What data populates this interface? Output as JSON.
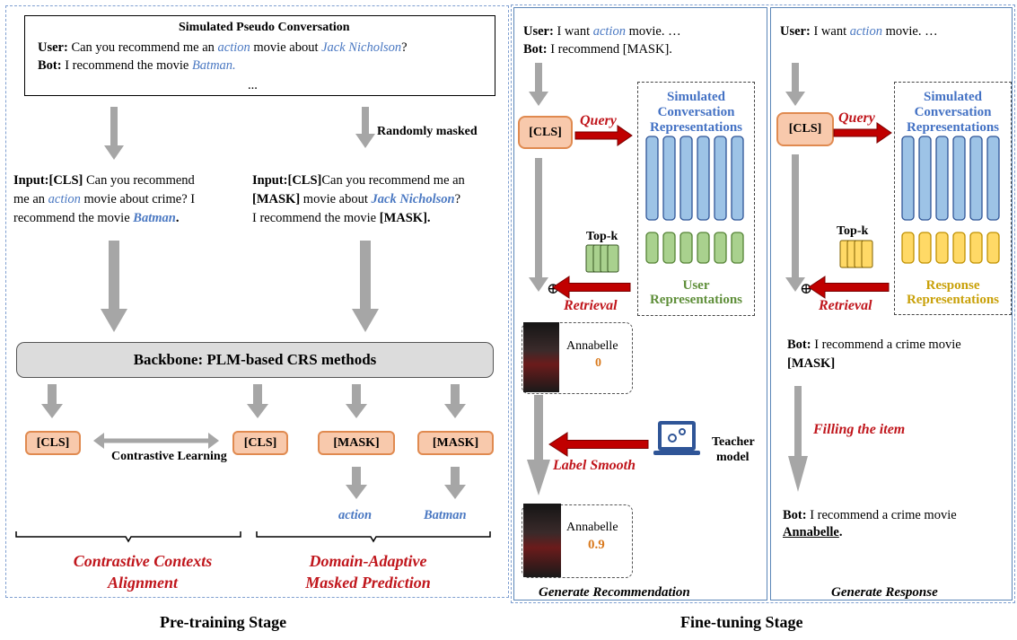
{
  "pretraining": {
    "stage_title": "Pre-training Stage",
    "sim_conv": {
      "title": "Simulated Pseudo Conversation",
      "user_label": "User:",
      "user_text_1": "Can you recommend me an",
      "user_entity_1": "action",
      "user_text_2": "movie about",
      "user_entity_2": "Jack Nicholson",
      "user_text_3": "?",
      "bot_label": "Bot:",
      "bot_text": "I recommend the movie",
      "bot_entity": "Batman.",
      "ellipsis": "..."
    },
    "randomly_masked": "Randomly masked",
    "input_left": {
      "label": "Input:[CLS]",
      "line1_rest": "Can you recommend",
      "line2_a": "me an",
      "line2_entity": "action",
      "line2_b": "movie about crime? I",
      "line3_a": "recommend the  movie",
      "line3_entity": "Batman",
      "line3_end": "."
    },
    "input_right": {
      "label": "Input:[CLS]",
      "line1_rest": "Can you recommend me an",
      "line2_mask": "[MASK]",
      "line2_a": "movie about",
      "line2_entity": "Jack Nicholson",
      "line2_end": "?",
      "line3_a": "I recommend the movie",
      "line3_mask": "[MASK]."
    },
    "backbone": "Backbone:  PLM-based CRS methods",
    "tokens": [
      "[CLS]",
      "[CLS]",
      "[MASK]",
      "[MASK]"
    ],
    "contrastive_learning": "Contrastive Learning",
    "predictions": [
      "action",
      "Batman"
    ],
    "objective_left": [
      "Contrastive Contexts",
      "Alignment"
    ],
    "objective_right": [
      "Domain-Adaptive",
      "Masked Prediction"
    ]
  },
  "finetuning": {
    "stage_title": "Fine-tuning Stage",
    "rec": {
      "user_label": "User:",
      "user_text_a": "I want",
      "user_entity": "action",
      "user_text_b": "movie. …",
      "bot_label": "Bot:",
      "bot_text": "I recommend [MASK].",
      "cls": "[CLS]",
      "query": "Query",
      "sim_repr": [
        "Simulated",
        "Conversation",
        "Representations"
      ],
      "topk": "Top-k",
      "user_repr": [
        "User",
        "Representations"
      ],
      "retrieval": "Retrieval",
      "oplus": "⊕",
      "movie_name_1": "Annabelle",
      "score_1": "0",
      "label_smooth": "Label Smooth",
      "teacher": [
        "Teacher",
        "model"
      ],
      "movie_name_2": "Annabelle",
      "score_2": "0.9",
      "caption": "Generate Recommendation"
    },
    "resp": {
      "user_label": "User:",
      "user_text_a": "I want",
      "user_entity": "action",
      "user_text_b": "movie. …",
      "cls": "[CLS]",
      "query": "Query",
      "sim_repr": [
        "Simulated",
        "Conversation",
        "Representations"
      ],
      "topk": "Top-k",
      "response_repr": [
        "Response",
        "Representations"
      ],
      "retrieval": "Retrieval",
      "oplus": "⊕",
      "bot_label_1": "Bot:",
      "bot_text_1": "I recommend a crime movie",
      "bot_mask_1": "[MASK]",
      "filling": "Filling the item",
      "bot_label_2": "Bot:",
      "bot_text_2": "I recommend a crime movie",
      "bot_item_2": "Annabelle",
      "bot_end_2": ".",
      "caption": "Generate Response"
    }
  },
  "colors": {
    "entity_blue": "#4a78c2",
    "accent_red": "#c0161c",
    "token_fill": "#f8c9ac",
    "token_border": "#e08a50",
    "repr_blue": "#9dc3e6",
    "repr_green": "#a9d18e",
    "repr_gold": "#ffd966",
    "arrow_gray": "#a6a6a6"
  }
}
